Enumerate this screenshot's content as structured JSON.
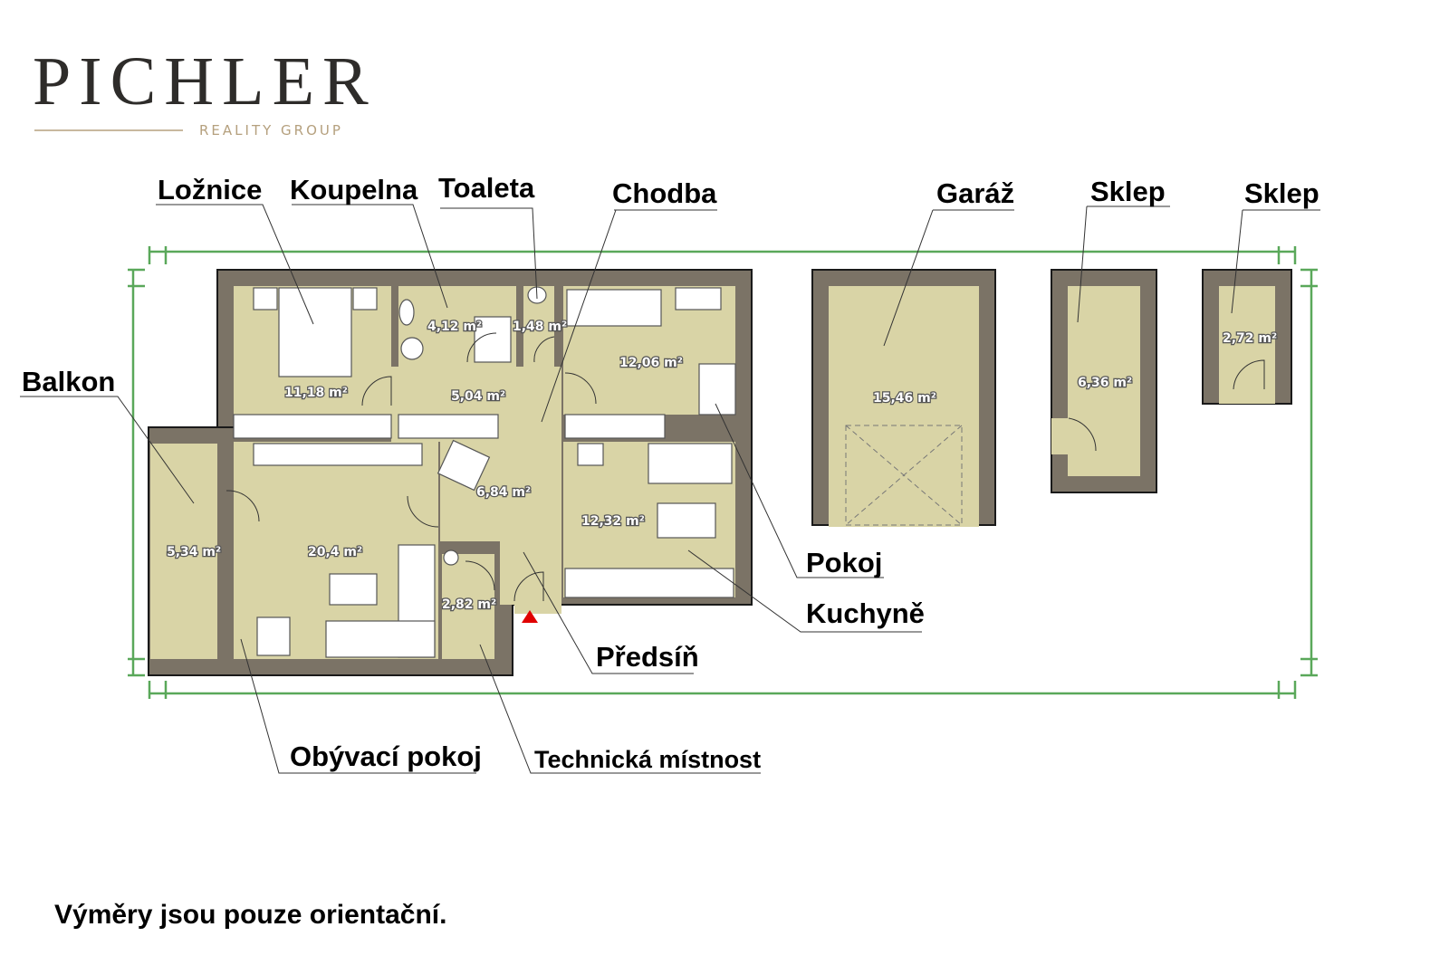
{
  "logo": {
    "name": "PICHLER",
    "subtitle": "REALITY GROUP"
  },
  "rooms": [
    {
      "label": "Ložnice",
      "area": "11,18 m²"
    },
    {
      "label": "Koupelna",
      "area": "4,12 m²"
    },
    {
      "label": "Toaleta",
      "area": "1,48 m²"
    },
    {
      "label": "Chodba",
      "area": "5,04 m²"
    },
    {
      "label": "Garáž",
      "area": "15,46 m²"
    },
    {
      "label": "Sklep",
      "area": "6,36 m²"
    },
    {
      "label": "Sklep",
      "area": "2,72 m²"
    },
    {
      "label": "Balkon",
      "area": "5,34 m²"
    },
    {
      "label": "Pokoj",
      "area": "12,06 m²"
    },
    {
      "label": "Kuchyně",
      "area": "12,32 m²"
    },
    {
      "label": "Předsíň",
      "area": "6,84 m²"
    },
    {
      "label": "Obývací pokoj",
      "area": "20,4 m²"
    },
    {
      "label": "Technická místnost",
      "area": "2,82 m²"
    }
  ],
  "colors": {
    "wall": "#7b7366",
    "floor": "#d9d4a6",
    "dimension": "#5aa85a",
    "entrance_marker": "#e00000"
  },
  "note": "Výměry jsou pouze orientační."
}
